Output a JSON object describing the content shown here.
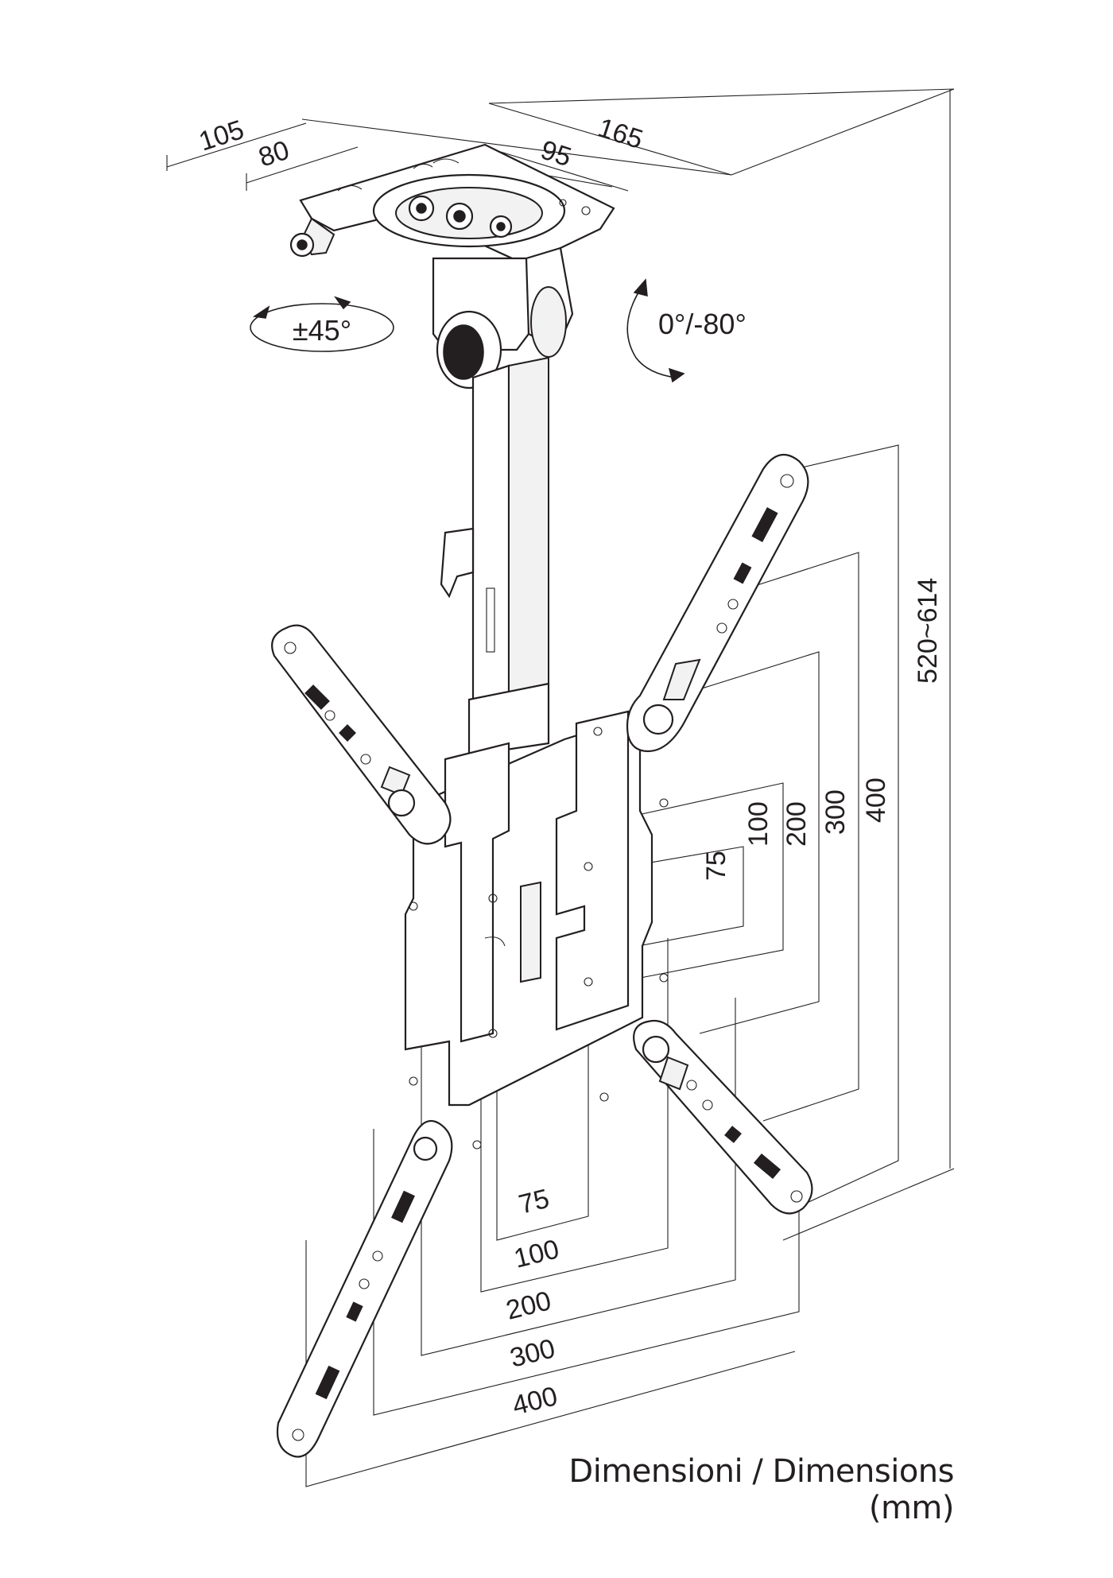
{
  "mount": {
    "width_outer": "105",
    "width_inner": "80",
    "depth_outer": "165",
    "depth_inner": "95"
  },
  "rotation": {
    "swivel": "±45°",
    "tilt": "0°/-80°"
  },
  "height": {
    "range": "520~614"
  },
  "vesa_vertical": [
    "75",
    "100",
    "200",
    "300",
    "400"
  ],
  "vesa_horizontal": [
    "75",
    "100",
    "200",
    "300",
    "400"
  ],
  "caption": "Dimensioni / Dimensions (mm)"
}
